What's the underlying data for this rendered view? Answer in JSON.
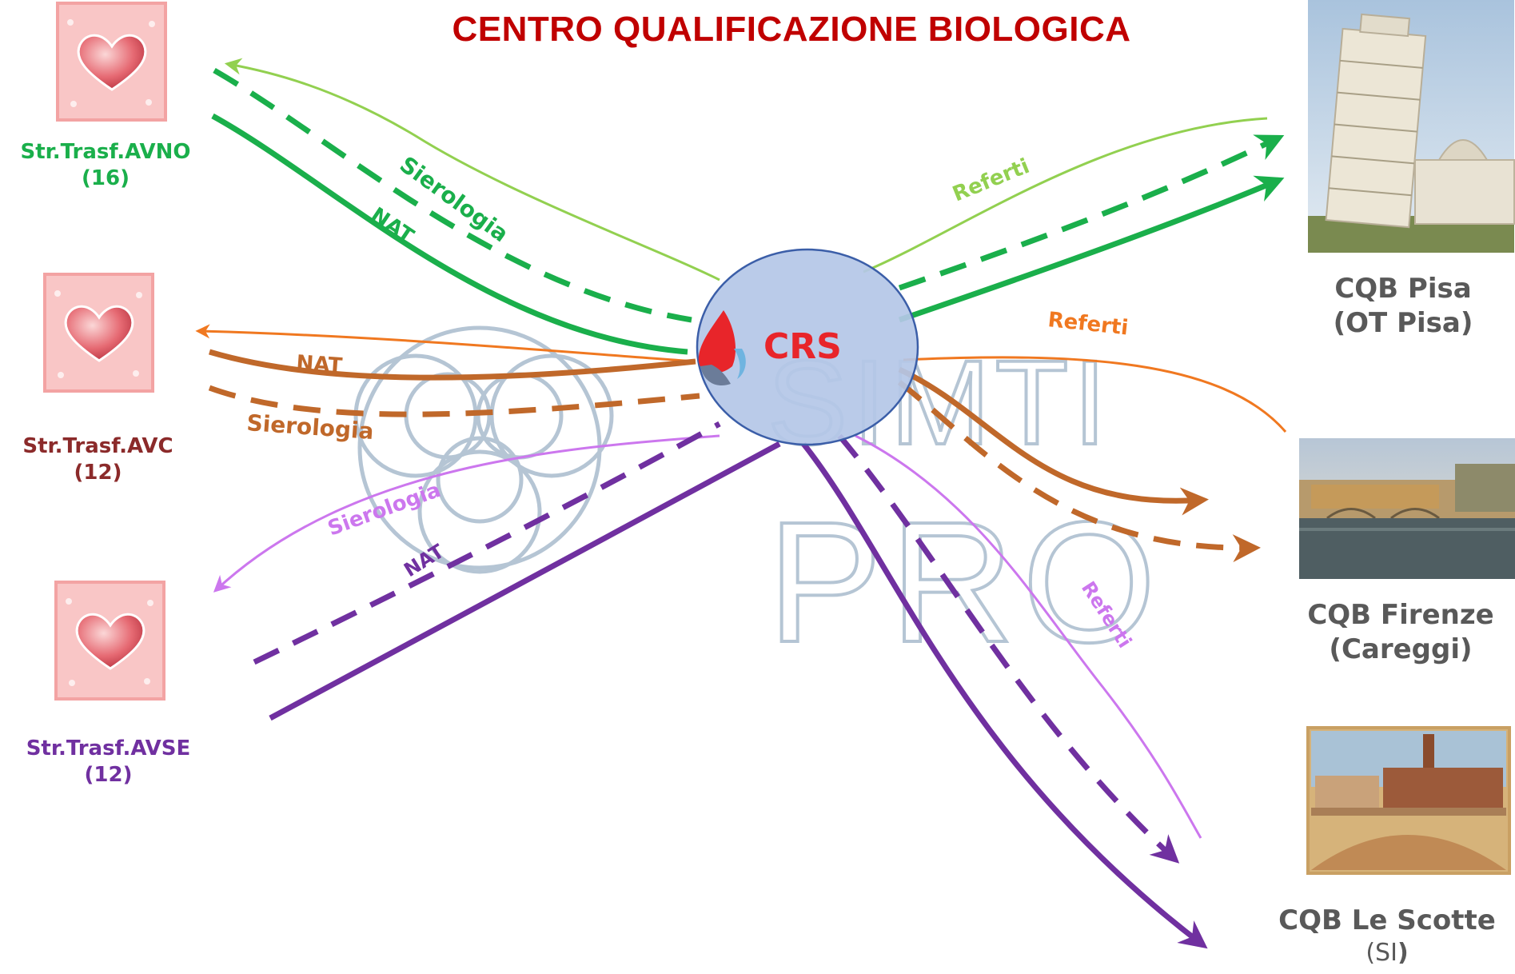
{
  "title": "CENTRO QUALIFICAZIONE BIOLOGICA",
  "center": {
    "label": "CRS",
    "logo": "blood-drop-logo"
  },
  "watermark": {
    "line1": "SIMTI",
    "line2": "PRO",
    "logo": "chain-rings-logo"
  },
  "sources": [
    {
      "name": "Str.Trasf.AVNO",
      "count": "(16)",
      "color": "#1aaf4b",
      "icon": "heart-card-icon"
    },
    {
      "name": "Str.Trasf.AVC",
      "count": "(12)",
      "color": "#8b2a2a",
      "icon": "heart-card-icon"
    },
    {
      "name": "Str.Trasf.AVSE",
      "count": "(12)",
      "color": "#7030a0",
      "icon": "heart-card-icon"
    }
  ],
  "destinations": [
    {
      "line1": "CQB Pisa",
      "line2": "(OT Pisa)",
      "photo": "leaning-tower-of-pisa-photo"
    },
    {
      "line1": "CQB Firenze",
      "line2": "(Careggi)",
      "photo": "ponte-vecchio-photo"
    },
    {
      "line1": "CQB Le Scotte",
      "line2a": "(SI",
      "line2b": ")",
      "photo": "piazza-del-campo-siena-photo"
    }
  ],
  "flow_labels": {
    "green_sierologia": "Sierologia",
    "green_nat": "NAT",
    "green_referti": "Referti",
    "orange_nat": "NAT",
    "orange_sierologia": "Sierologia",
    "orange_referti": "Referti",
    "purple_sierologia": "Sierologia",
    "purple_nat": "NAT",
    "purple_referti": "Referti"
  },
  "colors": {
    "title": "#c00000",
    "green_dark": "#1aaf4b",
    "green_light": "#92d050",
    "orange": "#f07820",
    "brown": "#c0682a",
    "purple_dark": "#7030a0",
    "purple_light": "#cc77ee",
    "crs_text": "#e8252a",
    "crs_fill": "#b4c7e7",
    "gray_text": "#595959"
  }
}
